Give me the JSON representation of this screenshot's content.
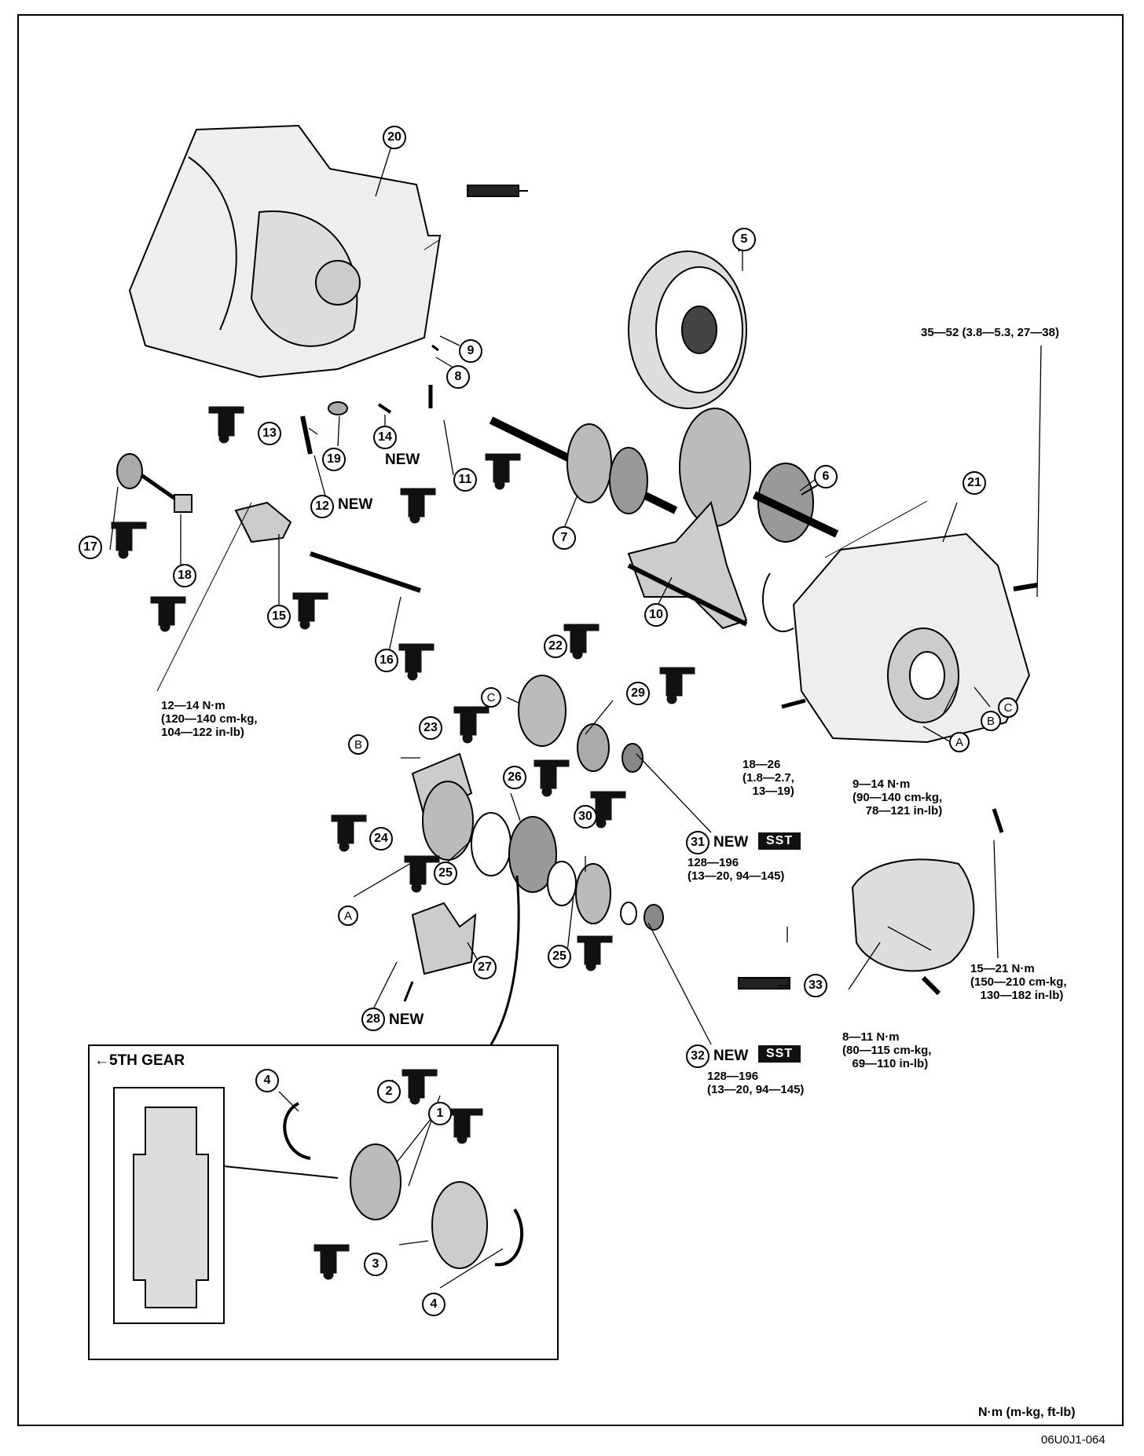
{
  "callouts": {
    "c1": "1",
    "c2": "2",
    "c3": "3",
    "c4a": "4",
    "c4b": "4",
    "c5": "5",
    "c6": "6",
    "c7": "7",
    "c8": "8",
    "c9": "9",
    "c10": "10",
    "c11": "11",
    "c12": "12",
    "c13": "13",
    "c14": "14",
    "c15": "15",
    "c16": "16",
    "c17": "17",
    "c18": "18",
    "c19": "19",
    "c20": "20",
    "c21": "21",
    "c22": "22",
    "c23": "23",
    "c24": "24",
    "c25a": "25",
    "c25b": "25",
    "c26": "26",
    "c27": "27",
    "c28": "28",
    "c29": "29",
    "c30": "30",
    "c31": "31",
    "c32": "32",
    "c33": "33"
  },
  "letters": {
    "A1": "A",
    "A2": "A",
    "B1": "B",
    "B2": "B",
    "C1": "C",
    "C2": "C"
  },
  "new_labels": {
    "n12": "NEW",
    "n14": "NEW",
    "n28": "NEW",
    "n31": "NEW",
    "n32": "NEW"
  },
  "sst_labels": {
    "s31": "SST",
    "s32": "SST"
  },
  "torque": {
    "t_top_right": "35—52 (3.8—5.3, 27—38)",
    "t_left": "12—14 N·m\n(120—140 cm-kg,\n104—122 in-lb)",
    "t_18_26": "18—26\n(1.8—2.7,\n   13—19)",
    "t_9_14": "9—14 N·m\n(90—140 cm-kg,\n    78—121 in-lb)",
    "t_31": "128—196\n(13—20, 94—145)",
    "t_32": "128—196\n(13—20, 94—145)",
    "t_15_21": "15—21 N·m\n(150—210 cm-kg,\n   130—182 in-lb)",
    "t_8_11": "8—11 N·m\n(80—115 cm-kg,\n   69—110 in-lb)"
  },
  "inset_title": "←5TH GEAR",
  "units_note": "N·m (m-kg, ft-lb)",
  "figure_code": "06U0J1-064"
}
